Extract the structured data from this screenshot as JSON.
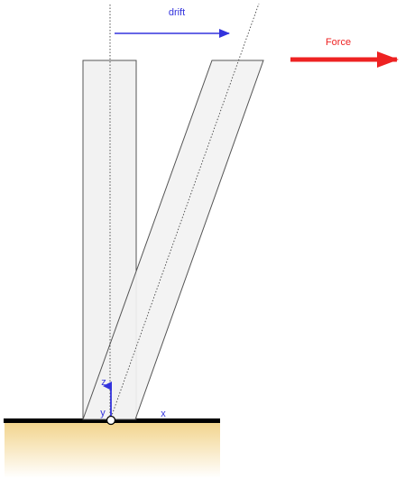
{
  "labels": {
    "drift": "drift",
    "force": "Force",
    "axis_z": "z",
    "axis_y": "y",
    "axis_x": "x"
  },
  "colors": {
    "drift_arrow": "#3333dd",
    "force_arrow": "#ee2222",
    "axis": "#3333dd",
    "column_fill": "#f2f2f2",
    "column_stroke": "#555555",
    "ground_line": "#000000",
    "ground_fill_top": "#f2d38a",
    "ground_fill_bottom": "#ffffff"
  }
}
